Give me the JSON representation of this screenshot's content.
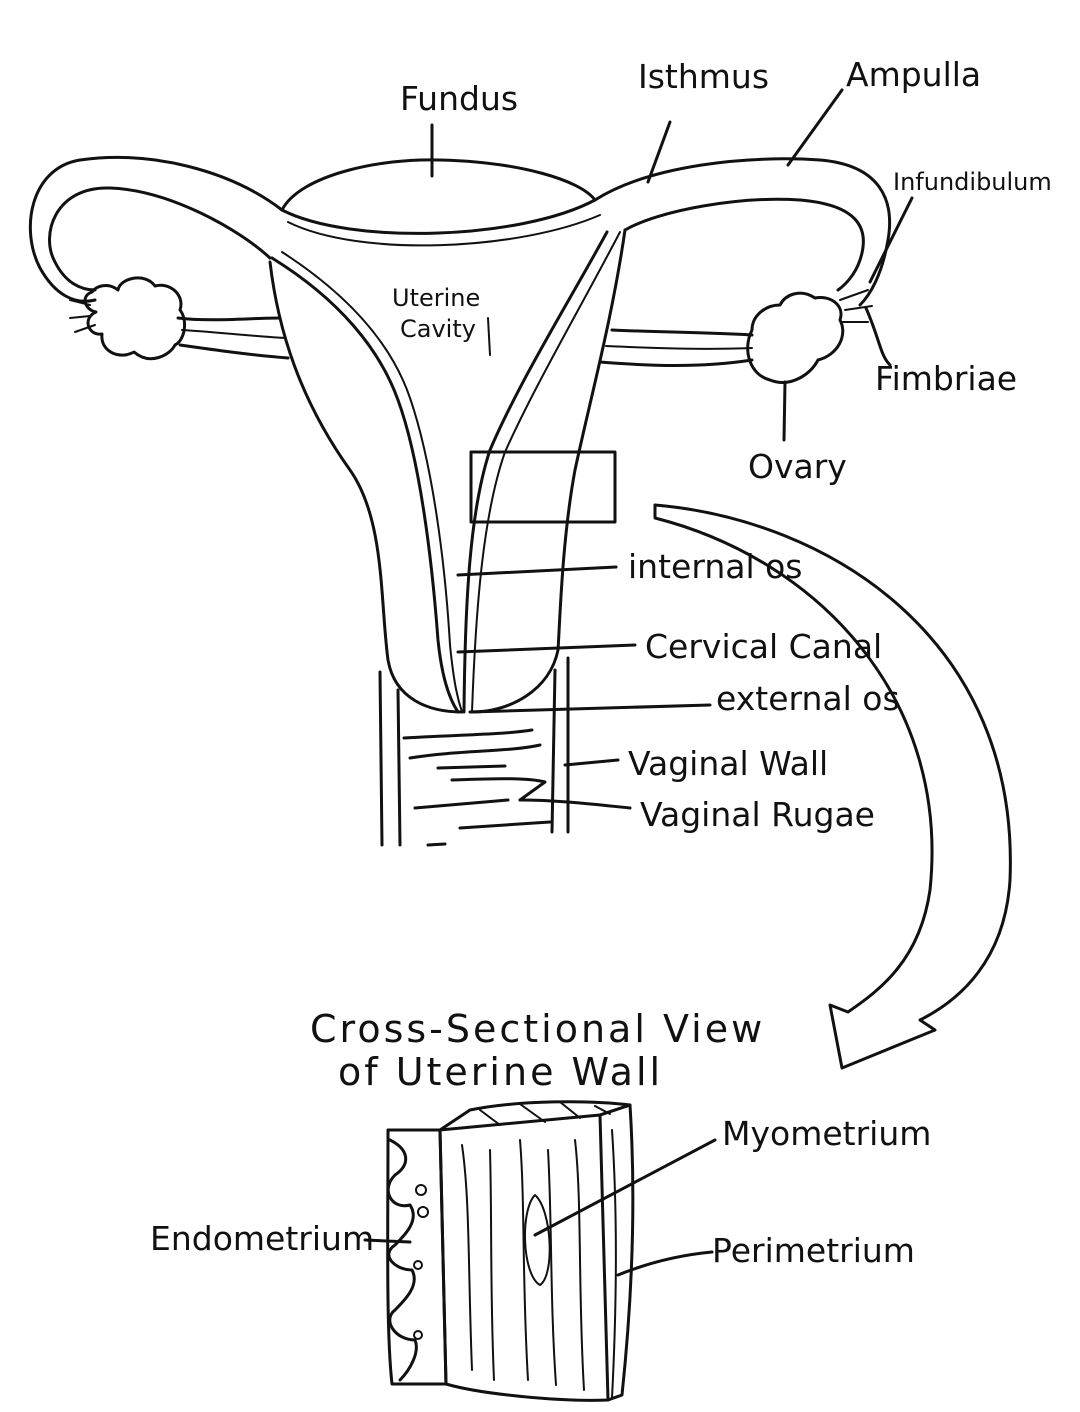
{
  "labels": {
    "fundus": "Fundus",
    "isthmus": "Isthmus",
    "ampulla": "Ampulla",
    "infundibulum": "Infundibulum",
    "uterine_cavity_line1": "Uterine",
    "uterine_cavity_line2": "Cavity",
    "fimbriae": "Fimbriae",
    "ovary": "Ovary",
    "internal_os": "internal os",
    "cervical_canal": "Cervical Canal",
    "external_os": "external os",
    "vaginal_wall": "Vaginal Wall",
    "vaginal_rugae": "Vaginal Rugae"
  },
  "cross_section": {
    "title_line1": "Cross-Sectional View",
    "title_line2": "of Uterine Wall",
    "myometrium": "Myometrium",
    "endometrium": "Endometrium",
    "perimetrium": "Perimetrium"
  },
  "colors": {
    "ink": "#111111",
    "paper": "#ffffff"
  }
}
